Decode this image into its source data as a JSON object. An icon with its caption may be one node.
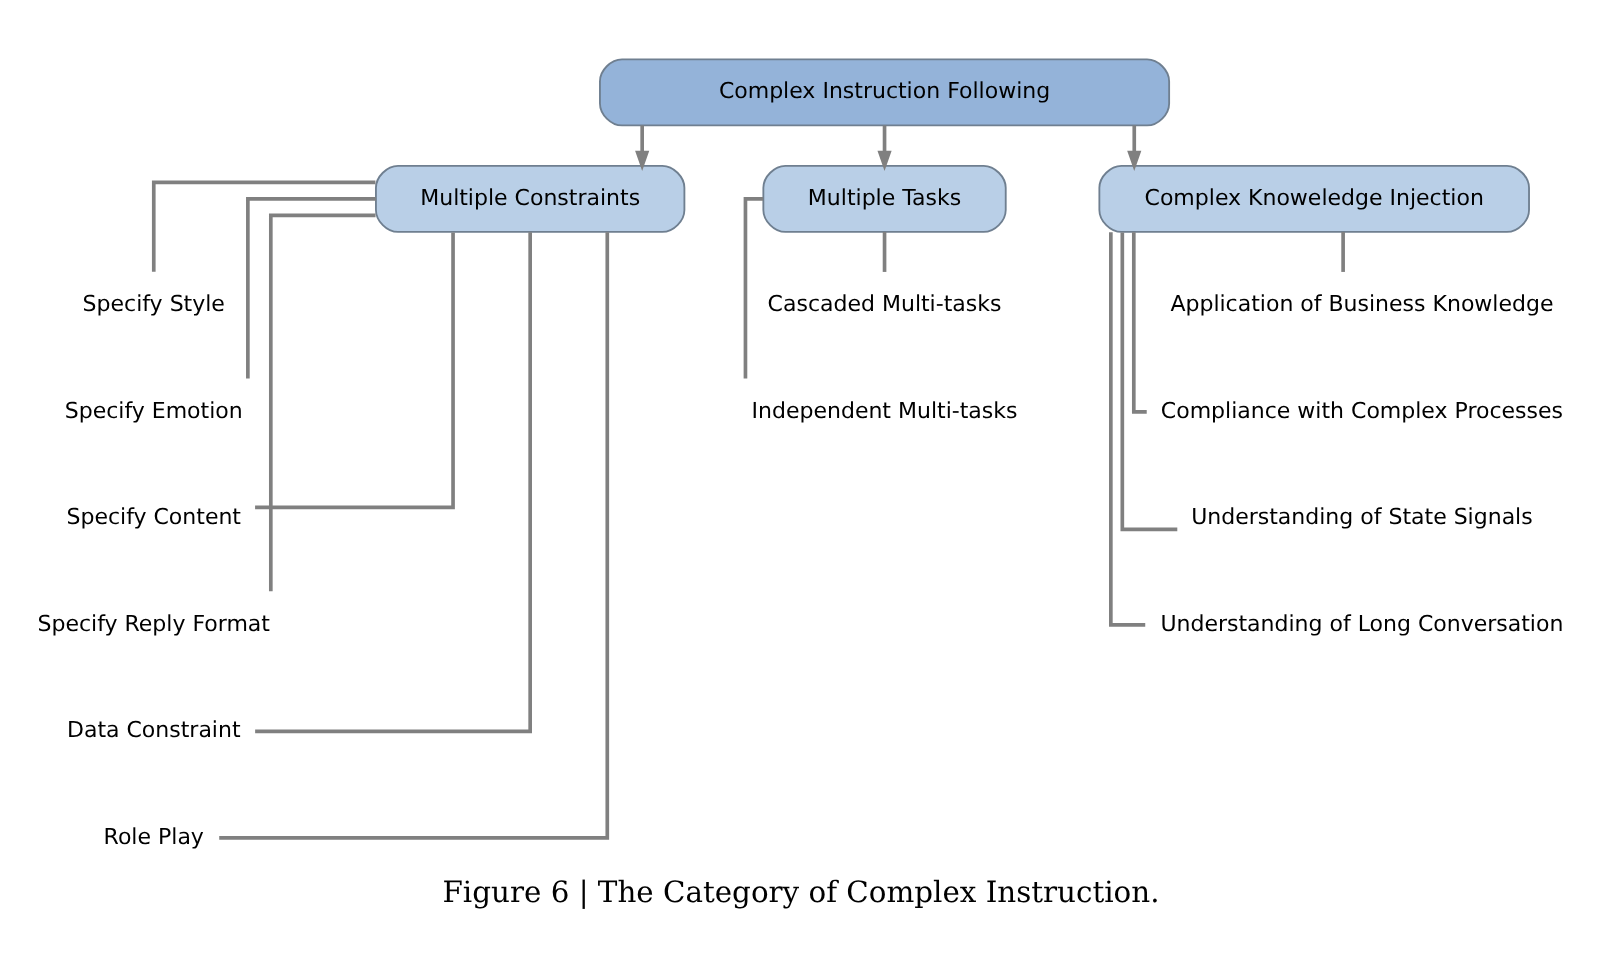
{
  "diagram": {
    "caption": "Figure 6 | The Category of Complex Instruction.",
    "nodes": [
      {
        "text": [
          "Complex Instruction Following"
        ]
      },
      {
        "text": [
          "Multiple Constraints"
        ]
      },
      {
        "text": [
          "Multiple Tasks"
        ]
      },
      {
        "text": [
          "Complex Knoweledge Injection"
        ]
      },
      {
        "text": [
          "Specify Style"
        ]
      },
      {
        "text": [
          "Specify Emotion"
        ]
      },
      {
        "text": [
          "Specify Content"
        ]
      },
      {
        "text": [
          "Specify Reply Format"
        ]
      },
      {
        "text": [
          "Data Constraint"
        ]
      },
      {
        "text": [
          "Role Play"
        ]
      },
      {
        "text": [
          "Cascaded Multi-tasks"
        ]
      },
      {
        "text": [
          "Independent Multi-tasks"
        ]
      },
      {
        "text": [
          "Application of Business Knowledge"
        ]
      },
      {
        "text": [
          "Compliance with Complex Processes"
        ]
      },
      {
        "text": [
          "Understanding of State Signals"
        ]
      },
      {
        "text": [
          "Understanding of Long Conversation"
        ]
      }
    ],
    "edges": [
      {
        "from": 0,
        "to": 1,
        "arrow": "to"
      },
      {
        "from": 0,
        "to": 2,
        "arrow": "to"
      },
      {
        "from": 0,
        "to": 3,
        "arrow": "to"
      },
      {
        "from": 1,
        "to": 4,
        "arrow": "none"
      },
      {
        "from": 1,
        "to": 5,
        "arrow": "none"
      },
      {
        "from": 1,
        "to": 6,
        "arrow": "none"
      },
      {
        "from": 1,
        "to": 7,
        "arrow": "none"
      },
      {
        "from": 1,
        "to": 8,
        "arrow": "none"
      },
      {
        "from": 1,
        "to": 9,
        "arrow": "none"
      },
      {
        "from": 2,
        "to": 10,
        "arrow": "none"
      },
      {
        "from": 2,
        "to": 11,
        "arrow": "none"
      },
      {
        "from": 3,
        "to": 12,
        "arrow": "none"
      },
      {
        "from": 3,
        "to": 13,
        "arrow": "none"
      },
      {
        "from": 3,
        "to": 14,
        "arrow": "none"
      },
      {
        "from": 3,
        "to": 15,
        "arrow": "none"
      }
    ]
  }
}
